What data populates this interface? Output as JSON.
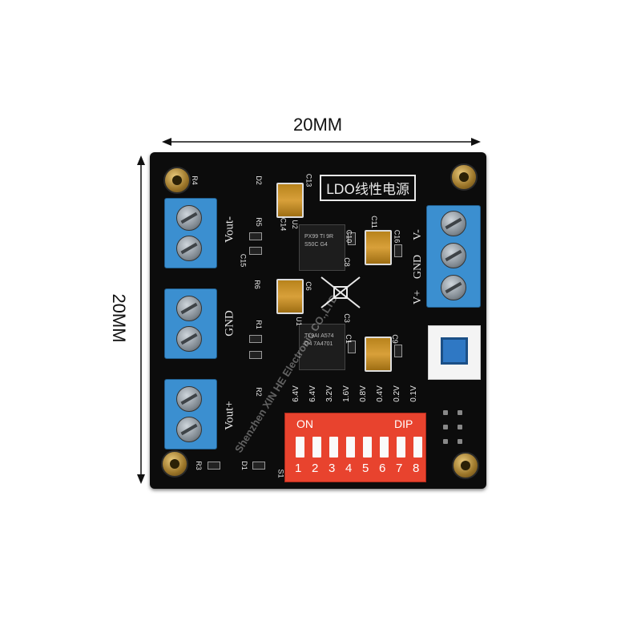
{
  "dimensions": {
    "width_label": "20MM",
    "height_label": "20MM"
  },
  "board": {
    "title": "LDO线性电源",
    "watermark": "Shenzhen XIN HE Electronic CO.,LTD",
    "labels": {
      "vout_minus": "Vout-",
      "gnd_left": "GND",
      "vout_plus": "Vout+",
      "v_plus": "V+",
      "gnd_right": "GND",
      "v_minus": "V-",
      "s1": "S1"
    },
    "components": {
      "r4": "R4",
      "r5": "R5",
      "r6": "R6",
      "r1": "R1",
      "r2": "R2",
      "r3": "R3",
      "d2": "D2",
      "d1": "D1",
      "c13": "C13",
      "c14": "C14",
      "c15": "C15",
      "c6": "C6",
      "c8": "C8",
      "c10": "C10",
      "c11": "C11",
      "c16": "C16",
      "c1": "C1",
      "c3": "C3",
      "c9": "C9",
      "u1": "U1",
      "u2": "U2"
    },
    "chips": {
      "u2_text": "PX99 TI 9R S50C G4",
      "u1_text": "TI 9AI A574 G4 7A4701"
    },
    "dip_switch": {
      "on_label": "ON",
      "dip_label": "DIP",
      "voltages": [
        "6.4V",
        "6.4V",
        "3.2V",
        "1.6V",
        "0.8V",
        "0.4V",
        "0.2V",
        "0.1V"
      ],
      "numbers": [
        "1",
        "2",
        "3",
        "4",
        "5",
        "6",
        "7",
        "8"
      ]
    }
  },
  "colors": {
    "board": "#0c0c0c",
    "terminal": "#3b8fd0",
    "dip": "#e8432e",
    "silkscreen": "#e9e9e9"
  }
}
